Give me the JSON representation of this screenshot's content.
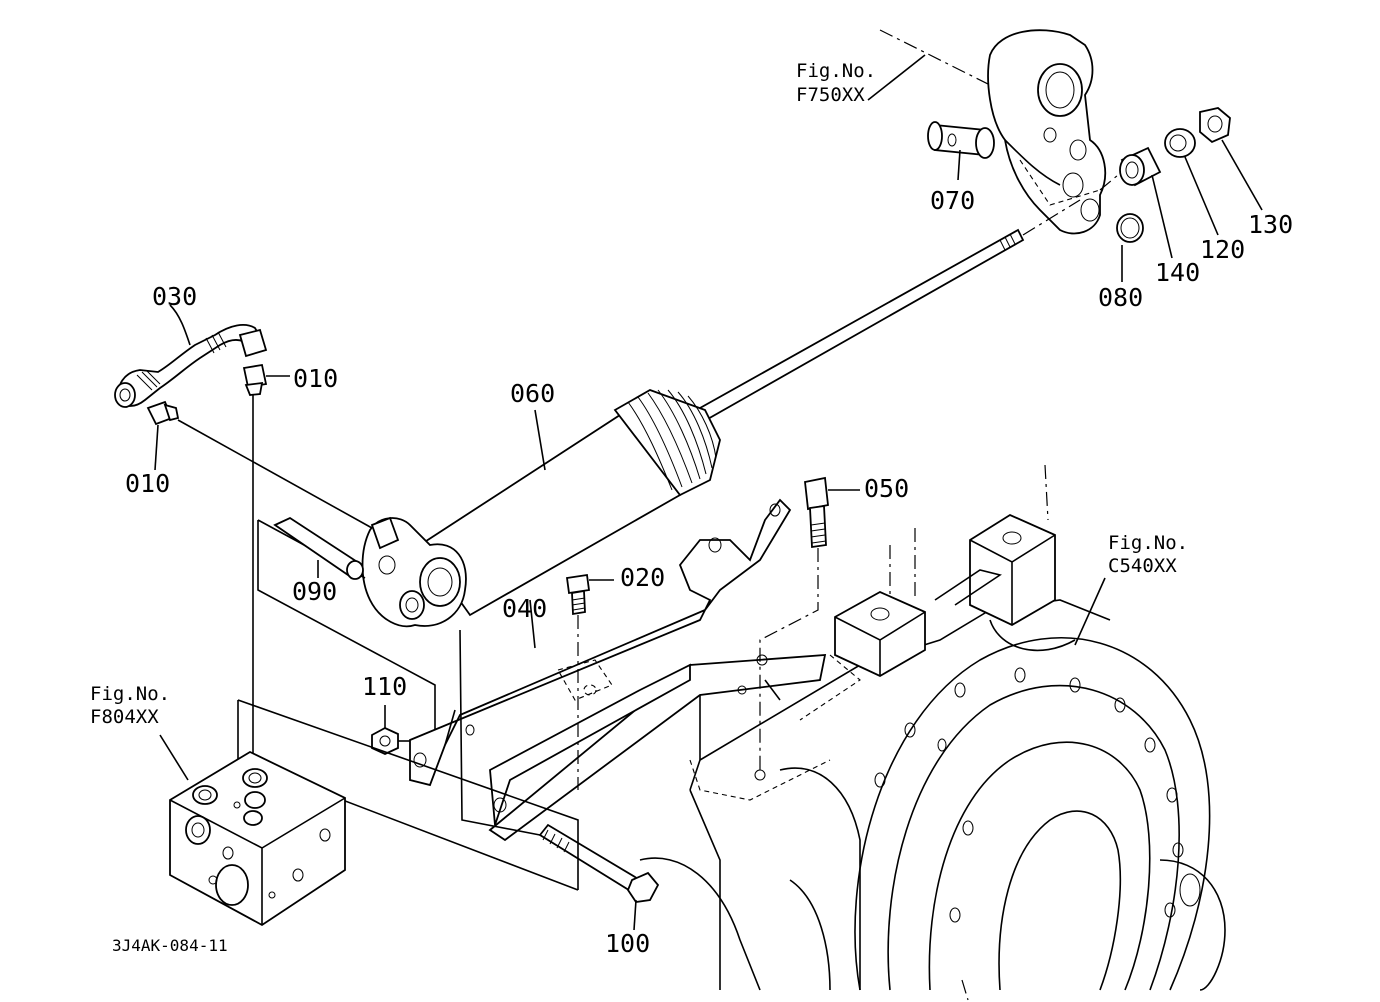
{
  "labels": {
    "p010a": "010",
    "p010b": "010",
    "p020": "020",
    "p030": "030",
    "p040": "040",
    "p050": "050",
    "p060": "060",
    "p070": "070",
    "p080": "080",
    "p090": "090",
    "p100": "100",
    "p110": "110",
    "p120": "120",
    "p130": "130",
    "p140": "140"
  },
  "figure_refs": {
    "f750_line1": "Fig.No.",
    "f750_line2": "F750XX",
    "c540_line1": "Fig.No.",
    "c540_line2": "C540XX",
    "f804_line1": "Fig.No.",
    "f804_line2": "F804XX"
  },
  "drawing_code": "3J4AK-084-11"
}
